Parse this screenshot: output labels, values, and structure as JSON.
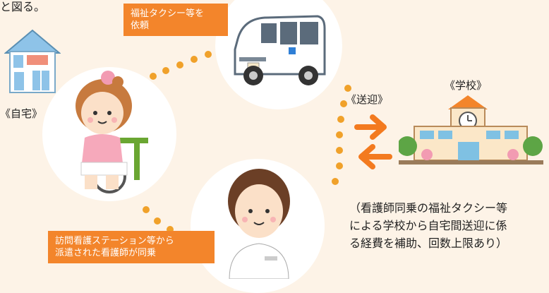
{
  "top_fragment": "と図る。",
  "home_label": "《自宅》",
  "taxi_request_label": "福祉タクシー等を\n依頼",
  "transport_label": "《送迎》",
  "school_label": "《学校》",
  "nurse_label": "訪問看護ステーション等から\n派遣された看護師が同乗",
  "note_lines": [
    "（看護師同乗の福祉タクシー等",
    "による学校から自宅間送迎に係",
    "る経費を補助、回数上限あり）"
  ],
  "colors": {
    "background": "#fdf3e7",
    "accent_orange": "#f3852b",
    "dot_orange": "#f0a12a",
    "arrow_orange": "#f37a1f"
  }
}
